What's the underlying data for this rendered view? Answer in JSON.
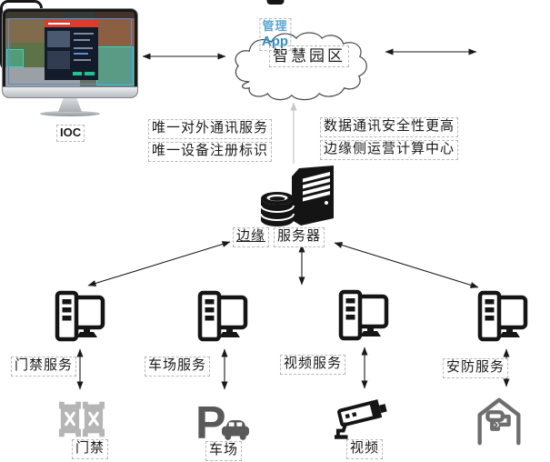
{
  "diagram": {
    "ioc_label": "IOC",
    "cloud_label": "智慧园区",
    "app_label_line1": "管理",
    "app_label_line2": "App",
    "notes_left": [
      "唯一对外通讯服务",
      "唯一设备注册标识"
    ],
    "notes_right": [
      "数据通讯安全性更高",
      "边缘侧运营计算中心"
    ],
    "server_label_1": "边缘",
    "server_label_2": "服务器",
    "services": [
      "门禁服务",
      "车场服务",
      "视频服务",
      "安防服务"
    ],
    "device_labels": [
      "门禁",
      "车场",
      "视频"
    ],
    "parking_glyph": "P"
  },
  "icons": {
    "ioc": "desktop-monitor-icon",
    "cloud": "cloud-icon",
    "app": "smartphone-icon",
    "edge_server": "server-database-icon",
    "service_node": "workstation-icon",
    "access": "gate-icon",
    "parking": "parking-icon",
    "video": "cctv-camera-icon",
    "security": "house-camera-icon"
  },
  "colors": {
    "connector": "#1a1a1a",
    "connector_light": "#c9c9c9",
    "dashed_box_border": "#b8b8b8",
    "app_text_blue": "#3390c9",
    "app_text_blue_light": "#5ba7d2",
    "icon_black": "#151515",
    "icon_gray_light": "#b5b5b5",
    "icon_gray_dark": "#595959",
    "icon_gray_mid": "#6e6e6e",
    "screen_panel_red": "#dd3b2c",
    "screen_teal": "#35d9c0"
  }
}
